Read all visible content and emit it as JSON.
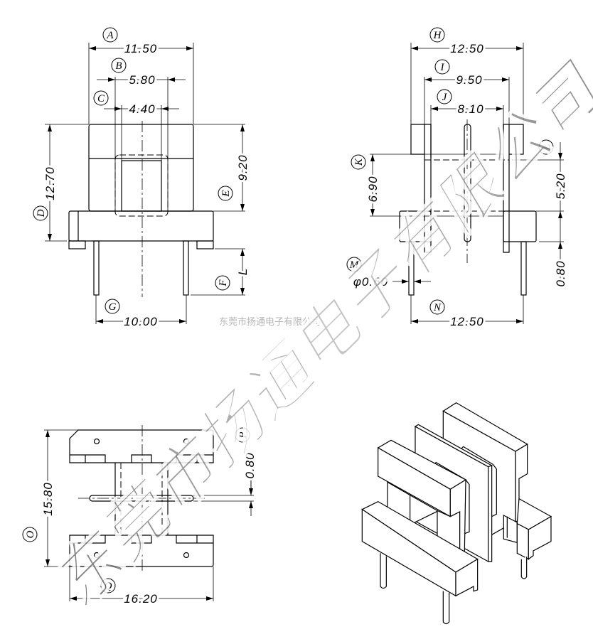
{
  "front_view": {
    "dimensions": [
      {
        "label": "A",
        "value": "11.50"
      },
      {
        "label": "B",
        "value": "5.80"
      },
      {
        "label": "C",
        "value": "4.40"
      },
      {
        "label": "D",
        "value": "12.70"
      },
      {
        "label": "E",
        "value": "9.20"
      },
      {
        "label": "F",
        "value": "L"
      },
      {
        "label": "G",
        "value": "10.00"
      }
    ]
  },
  "side_view": {
    "dimensions": [
      {
        "label": "H",
        "value": "12.50"
      },
      {
        "label": "I",
        "value": "9.50"
      },
      {
        "label": "J",
        "value": "8.10"
      },
      {
        "label": "K",
        "value": "6.90"
      },
      {
        "label": "L",
        "value": "5.20"
      },
      {
        "label": "M",
        "value": "φ0.60"
      },
      {
        "label": "N",
        "value": "12.50"
      }
    ],
    "extra_value": "0.80"
  },
  "bottom_view": {
    "dimensions": [
      {
        "label": "O",
        "value": "15.80"
      },
      {
        "label": "P",
        "value": "0.80"
      },
      {
        "label": "Q",
        "value": "16.20"
      }
    ]
  },
  "watermark": {
    "small_text": "东莞市扬通电子有限公司",
    "big_text": "东莞市扬通电子有限公司"
  },
  "colors": {
    "line": "#000000",
    "watermark_light": "#f2f2f2",
    "watermark_dark": "#555555"
  }
}
